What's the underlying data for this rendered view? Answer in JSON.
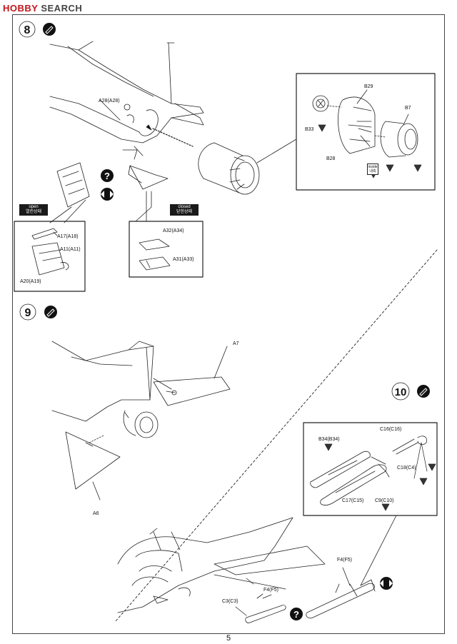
{
  "header": {
    "logo_hobby": "HOBBY",
    "logo_search": "SEARCH"
  },
  "page_number": "5",
  "steps": {
    "s8": "8",
    "s9": "9",
    "s10": "10"
  },
  "step8": {
    "a28": "A28(A28)",
    "b29": "B29",
    "b7": "B7",
    "b33": "B33",
    "b28": "B28",
    "inside_en": "inside",
    "inside_ko": "내측",
    "open_en": "open",
    "open_ko": "열린상태",
    "closed_en": "closed",
    "closed_ko": "닫힌상태",
    "a17": "A17(A18)",
    "a11": "A11(A11)",
    "a20": "A20(A19)",
    "a32": "A32(A34)",
    "a31": "A31(A33)"
  },
  "step9": {
    "a7": "A7",
    "a6": "A6"
  },
  "step10": {
    "c16": "C16(C16)",
    "b34": "B34(B34)",
    "c18": "C18(C4)",
    "c17": "C17(C15)",
    "c9": "C9(C10)",
    "f4a": "F4(F5)",
    "f4b": "F4(F5)",
    "c3": "C3(C3)"
  },
  "icons": {
    "question": "?",
    "glue": "glue-icon",
    "paint": "paint-triangle-icon",
    "turn": "turn-over-icon"
  }
}
